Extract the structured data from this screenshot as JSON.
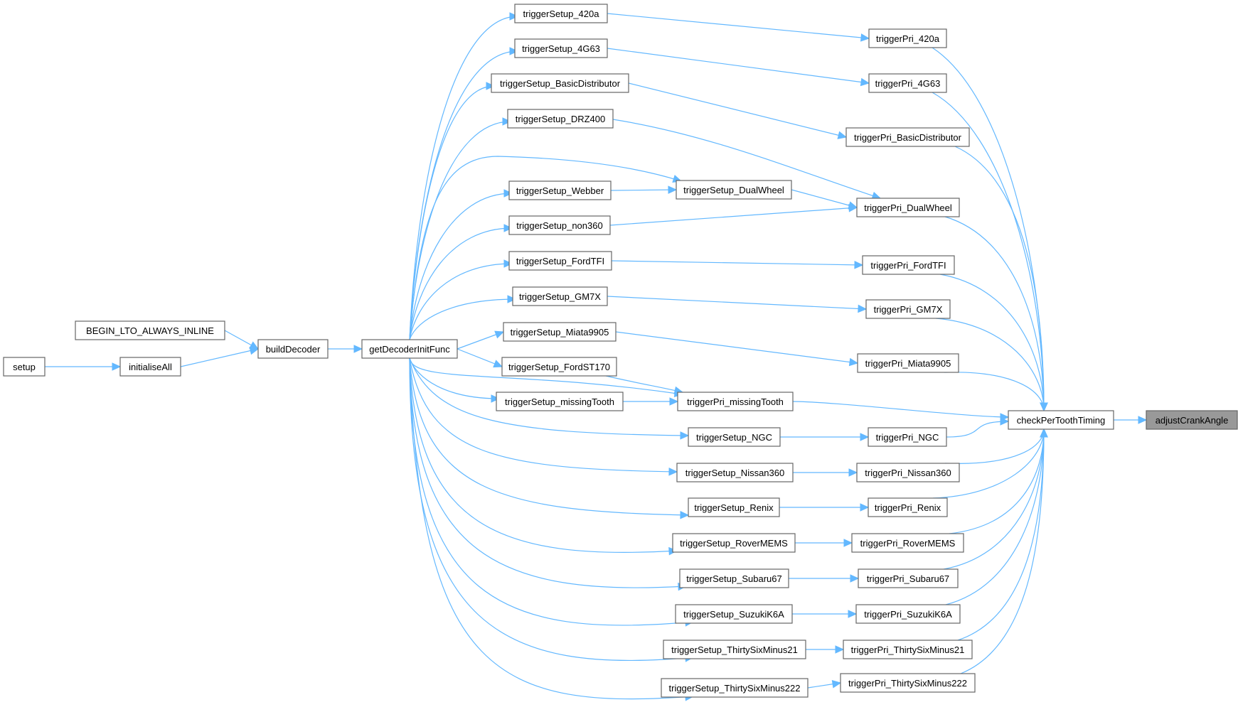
{
  "graph": {
    "nodes": [
      {
        "id": "setup",
        "label": "setup"
      },
      {
        "id": "beginLto",
        "label": "BEGIN_LTO_ALWAYS_INLINE"
      },
      {
        "id": "initialiseAll",
        "label": "initialiseAll"
      },
      {
        "id": "buildDecoder",
        "label": "buildDecoder"
      },
      {
        "id": "getDecoderInitFunc",
        "label": "getDecoderInitFunc"
      },
      {
        "id": "ts_420a",
        "label": "triggerSetup_420a"
      },
      {
        "id": "ts_4G63",
        "label": "triggerSetup_4G63"
      },
      {
        "id": "ts_BasicDistributor",
        "label": "triggerSetup_BasicDistributor"
      },
      {
        "id": "ts_DRZ400",
        "label": "triggerSetup_DRZ400"
      },
      {
        "id": "ts_Webber",
        "label": "triggerSetup_Webber"
      },
      {
        "id": "ts_DualWheel",
        "label": "triggerSetup_DualWheel"
      },
      {
        "id": "ts_non360",
        "label": "triggerSetup_non360"
      },
      {
        "id": "ts_FordTFI",
        "label": "triggerSetup_FordTFI"
      },
      {
        "id": "ts_GM7X",
        "label": "triggerSetup_GM7X"
      },
      {
        "id": "ts_Miata9905",
        "label": "triggerSetup_Miata9905"
      },
      {
        "id": "ts_FordST170",
        "label": "triggerSetup_FordST170"
      },
      {
        "id": "ts_missingTooth",
        "label": "triggerSetup_missingTooth"
      },
      {
        "id": "tp_missingTooth",
        "label": "triggerPri_missingTooth"
      },
      {
        "id": "ts_NGC",
        "label": "triggerSetup_NGC"
      },
      {
        "id": "ts_Nissan360",
        "label": "triggerSetup_Nissan360"
      },
      {
        "id": "ts_Renix",
        "label": "triggerSetup_Renix"
      },
      {
        "id": "ts_RoverMEMS",
        "label": "triggerSetup_RoverMEMS"
      },
      {
        "id": "ts_Subaru67",
        "label": "triggerSetup_Subaru67"
      },
      {
        "id": "ts_SuzukiK6A",
        "label": "triggerSetup_SuzukiK6A"
      },
      {
        "id": "ts_ThirtySixMinus21",
        "label": "triggerSetup_ThirtySixMinus21"
      },
      {
        "id": "ts_ThirtySixMinus222",
        "label": "triggerSetup_ThirtySixMinus222"
      },
      {
        "id": "tp_420a",
        "label": "triggerPri_420a"
      },
      {
        "id": "tp_4G63",
        "label": "triggerPri_4G63"
      },
      {
        "id": "tp_BasicDistributor",
        "label": "triggerPri_BasicDistributor"
      },
      {
        "id": "tp_DualWheel",
        "label": "triggerPri_DualWheel"
      },
      {
        "id": "tp_FordTFI",
        "label": "triggerPri_FordTFI"
      },
      {
        "id": "tp_GM7X",
        "label": "triggerPri_GM7X"
      },
      {
        "id": "tp_Miata9905",
        "label": "triggerPri_Miata9905"
      },
      {
        "id": "tp_NGC",
        "label": "triggerPri_NGC"
      },
      {
        "id": "tp_Nissan360",
        "label": "triggerPri_Nissan360"
      },
      {
        "id": "tp_Renix",
        "label": "triggerPri_Renix"
      },
      {
        "id": "tp_RoverMEMS",
        "label": "triggerPri_RoverMEMS"
      },
      {
        "id": "tp_Subaru67",
        "label": "triggerPri_Subaru67"
      },
      {
        "id": "tp_SuzukiK6A",
        "label": "triggerPri_SuzukiK6A"
      },
      {
        "id": "tp_ThirtySixMinus21",
        "label": "triggerPri_ThirtySixMinus21"
      },
      {
        "id": "tp_ThirtySixMinus222",
        "label": "triggerPri_ThirtySixMinus222"
      },
      {
        "id": "checkPerToothTiming",
        "label": "checkPerToothTiming"
      },
      {
        "id": "adjustCrankAngle",
        "label": "adjustCrankAngle",
        "highlighted": true
      }
    ],
    "edges": [
      {
        "from": "setup",
        "to": "initialiseAll"
      },
      {
        "from": "initialiseAll",
        "to": "buildDecoder"
      },
      {
        "from": "beginLto",
        "to": "buildDecoder"
      },
      {
        "from": "buildDecoder",
        "to": "getDecoderInitFunc"
      },
      {
        "from": "getDecoderInitFunc",
        "to": "ts_420a"
      },
      {
        "from": "getDecoderInitFunc",
        "to": "ts_4G63"
      },
      {
        "from": "getDecoderInitFunc",
        "to": "ts_BasicDistributor"
      },
      {
        "from": "getDecoderInitFunc",
        "to": "ts_DRZ400"
      },
      {
        "from": "getDecoderInitFunc",
        "to": "ts_DualWheel"
      },
      {
        "from": "getDecoderInitFunc",
        "to": "ts_Webber"
      },
      {
        "from": "getDecoderInitFunc",
        "to": "ts_non360"
      },
      {
        "from": "getDecoderInitFunc",
        "to": "ts_FordTFI"
      },
      {
        "from": "getDecoderInitFunc",
        "to": "ts_GM7X"
      },
      {
        "from": "getDecoderInitFunc",
        "to": "ts_Miata9905"
      },
      {
        "from": "getDecoderInitFunc",
        "to": "ts_FordST170"
      },
      {
        "from": "getDecoderInitFunc",
        "to": "ts_missingTooth"
      },
      {
        "from": "getDecoderInitFunc",
        "to": "ts_NGC"
      },
      {
        "from": "getDecoderInitFunc",
        "to": "ts_Nissan360"
      },
      {
        "from": "getDecoderInitFunc",
        "to": "ts_Renix"
      },
      {
        "from": "getDecoderInitFunc",
        "to": "ts_RoverMEMS"
      },
      {
        "from": "getDecoderInitFunc",
        "to": "ts_Subaru67"
      },
      {
        "from": "getDecoderInitFunc",
        "to": "ts_SuzukiK6A"
      },
      {
        "from": "getDecoderInitFunc",
        "to": "ts_ThirtySixMinus21"
      },
      {
        "from": "getDecoderInitFunc",
        "to": "ts_ThirtySixMinus222"
      },
      {
        "from": "ts_420a",
        "to": "tp_420a"
      },
      {
        "from": "ts_4G63",
        "to": "tp_4G63"
      },
      {
        "from": "ts_BasicDistributor",
        "to": "tp_BasicDistributor"
      },
      {
        "from": "ts_DRZ400",
        "to": "tp_DualWheel"
      },
      {
        "from": "ts_Webber",
        "to": "ts_DualWheel"
      },
      {
        "from": "ts_DualWheel",
        "to": "tp_DualWheel"
      },
      {
        "from": "ts_non360",
        "to": "tp_DualWheel"
      },
      {
        "from": "ts_FordTFI",
        "to": "tp_FordTFI"
      },
      {
        "from": "ts_GM7X",
        "to": "tp_GM7X"
      },
      {
        "from": "ts_Miata9905",
        "to": "tp_Miata9905"
      },
      {
        "from": "ts_FordST170",
        "to": "tp_missingTooth"
      },
      {
        "from": "ts_missingTooth",
        "to": "tp_missingTooth"
      },
      {
        "from": "getDecoderInitFunc",
        "to": "tp_missingTooth"
      },
      {
        "from": "ts_NGC",
        "to": "tp_NGC"
      },
      {
        "from": "ts_Nissan360",
        "to": "tp_Nissan360"
      },
      {
        "from": "ts_Renix",
        "to": "tp_Renix"
      },
      {
        "from": "ts_RoverMEMS",
        "to": "tp_RoverMEMS"
      },
      {
        "from": "ts_Subaru67",
        "to": "tp_Subaru67"
      },
      {
        "from": "ts_SuzukiK6A",
        "to": "tp_SuzukiK6A"
      },
      {
        "from": "ts_ThirtySixMinus21",
        "to": "tp_ThirtySixMinus21"
      },
      {
        "from": "ts_ThirtySixMinus222",
        "to": "tp_ThirtySixMinus222"
      },
      {
        "from": "tp_420a",
        "to": "checkPerToothTiming"
      },
      {
        "from": "tp_4G63",
        "to": "checkPerToothTiming"
      },
      {
        "from": "tp_BasicDistributor",
        "to": "checkPerToothTiming"
      },
      {
        "from": "tp_DualWheel",
        "to": "checkPerToothTiming"
      },
      {
        "from": "tp_FordTFI",
        "to": "checkPerToothTiming"
      },
      {
        "from": "tp_GM7X",
        "to": "checkPerToothTiming"
      },
      {
        "from": "tp_Miata9905",
        "to": "checkPerToothTiming"
      },
      {
        "from": "tp_missingTooth",
        "to": "checkPerToothTiming"
      },
      {
        "from": "tp_NGC",
        "to": "checkPerToothTiming"
      },
      {
        "from": "tp_Nissan360",
        "to": "checkPerToothTiming"
      },
      {
        "from": "tp_Renix",
        "to": "checkPerToothTiming"
      },
      {
        "from": "tp_RoverMEMS",
        "to": "checkPerToothTiming"
      },
      {
        "from": "tp_Subaru67",
        "to": "checkPerToothTiming"
      },
      {
        "from": "tp_SuzukiK6A",
        "to": "checkPerToothTiming"
      },
      {
        "from": "tp_ThirtySixMinus21",
        "to": "checkPerToothTiming"
      },
      {
        "from": "tp_ThirtySixMinus222",
        "to": "checkPerToothTiming"
      },
      {
        "from": "checkPerToothTiming",
        "to": "adjustCrankAngle"
      }
    ]
  },
  "colors": {
    "edge": "#63b8ff",
    "node_border": "#666666",
    "node_fill": "#ffffff",
    "highlight_fill": "#999999"
  }
}
